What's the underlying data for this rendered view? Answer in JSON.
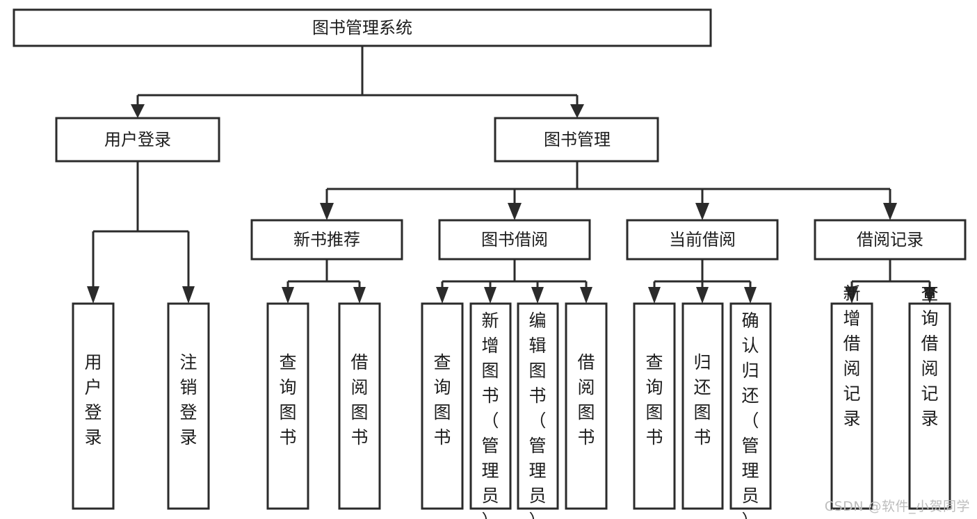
{
  "diagram": {
    "type": "tree-hierarchy",
    "title": "图书管理系统",
    "watermark": "CSDN @软件_小贺同学",
    "colors": {
      "box_fill": "#ffffff",
      "box_stroke": "#2b2b2b",
      "text": "#1c1c1c",
      "watermark": "#bdbdbd",
      "background": "#ffffff"
    },
    "root": {
      "id": "root",
      "label": "图书管理系统",
      "orientation": "horizontal"
    },
    "level2": [
      {
        "id": "user-login",
        "label": "用户登录",
        "orientation": "horizontal"
      },
      {
        "id": "book-management",
        "label": "图书管理",
        "orientation": "horizontal"
      }
    ],
    "level3": [
      {
        "id": "new-book-recommend",
        "label": "新书推荐",
        "parent": "book-management",
        "orientation": "horizontal"
      },
      {
        "id": "book-borrow",
        "label": "图书借阅",
        "parent": "book-management",
        "orientation": "horizontal"
      },
      {
        "id": "current-borrow",
        "label": "当前借阅",
        "parent": "book-management",
        "orientation": "horizontal"
      },
      {
        "id": "borrow-record",
        "label": "借阅记录",
        "parent": "book-management",
        "orientation": "horizontal"
      }
    ],
    "leaves": [
      {
        "id": "leaf-user-login",
        "label": "用户登录",
        "parent": "user-login",
        "orientation": "vertical"
      },
      {
        "id": "leaf-user-logout",
        "label": "注销登录",
        "parent": "user-login",
        "orientation": "vertical"
      },
      {
        "id": "leaf-query-book-1",
        "label": "查询图书",
        "parent": "new-book-recommend",
        "orientation": "vertical"
      },
      {
        "id": "leaf-borrow-book-1",
        "label": "借阅图书",
        "parent": "new-book-recommend",
        "orientation": "vertical"
      },
      {
        "id": "leaf-query-book-2",
        "label": "查询图书",
        "parent": "book-borrow",
        "orientation": "vertical"
      },
      {
        "id": "leaf-add-book",
        "label": "新增图书（管理员）",
        "parent": "book-borrow",
        "orientation": "vertical"
      },
      {
        "id": "leaf-edit-book",
        "label": "编辑图书（管理员）",
        "parent": "book-borrow",
        "orientation": "vertical"
      },
      {
        "id": "leaf-borrow-book-2",
        "label": "借阅图书",
        "parent": "book-borrow",
        "orientation": "vertical"
      },
      {
        "id": "leaf-query-book-3",
        "label": "查询图书",
        "parent": "current-borrow",
        "orientation": "vertical"
      },
      {
        "id": "leaf-return-book",
        "label": "归还图书",
        "parent": "current-borrow",
        "orientation": "vertical"
      },
      {
        "id": "leaf-confirm-return",
        "label": "确认归还（管理员）",
        "parent": "current-borrow",
        "orientation": "vertical"
      },
      {
        "id": "leaf-add-record",
        "label": "新增借阅记录",
        "parent": "borrow-record",
        "orientation": "vertical"
      },
      {
        "id": "leaf-query-record",
        "label": "查询借阅记录",
        "parent": "borrow-record",
        "orientation": "vertical"
      }
    ]
  }
}
